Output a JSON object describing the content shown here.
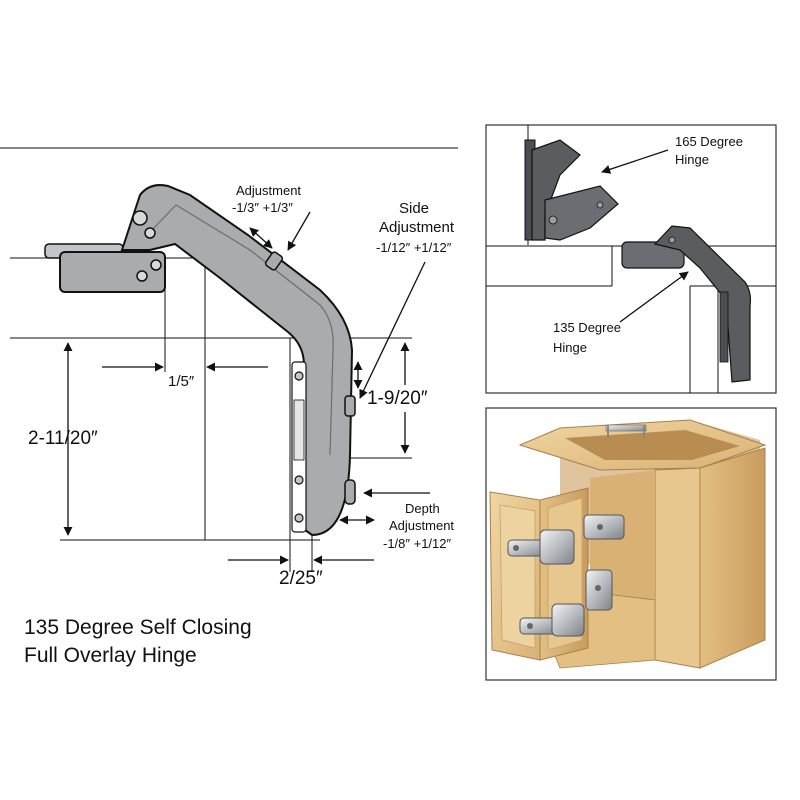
{
  "title_line1": "135 Degree Self Closing",
  "title_line2": "Full Overlay Hinge",
  "adjustment_top": {
    "label": "Adjustment",
    "range": "-1/3″ +1/3″"
  },
  "side_adjustment": {
    "line1": "Side",
    "line2": "Adjustment",
    "range": "-1/12″ +1/12″"
  },
  "depth_adjustment": {
    "line1": "Depth",
    "line2": "Adjustment",
    "range": "-1/8″  +1/12″"
  },
  "dimensions": {
    "overlay": "1/5″",
    "height": "2-11/20″",
    "arm_height": "1-9/20″",
    "thickness": "2/25″"
  },
  "inset_diagram": {
    "label_165_line1": "165 Degree",
    "label_165_line2": "Hinge",
    "label_135_line1": "135 Degree",
    "label_135_line2": "Hinge"
  },
  "colors": {
    "hinge_fill": "#a9abae",
    "hinge_dark": "#5a5c60",
    "line": "#111111",
    "wood": "#e6c48a"
  }
}
